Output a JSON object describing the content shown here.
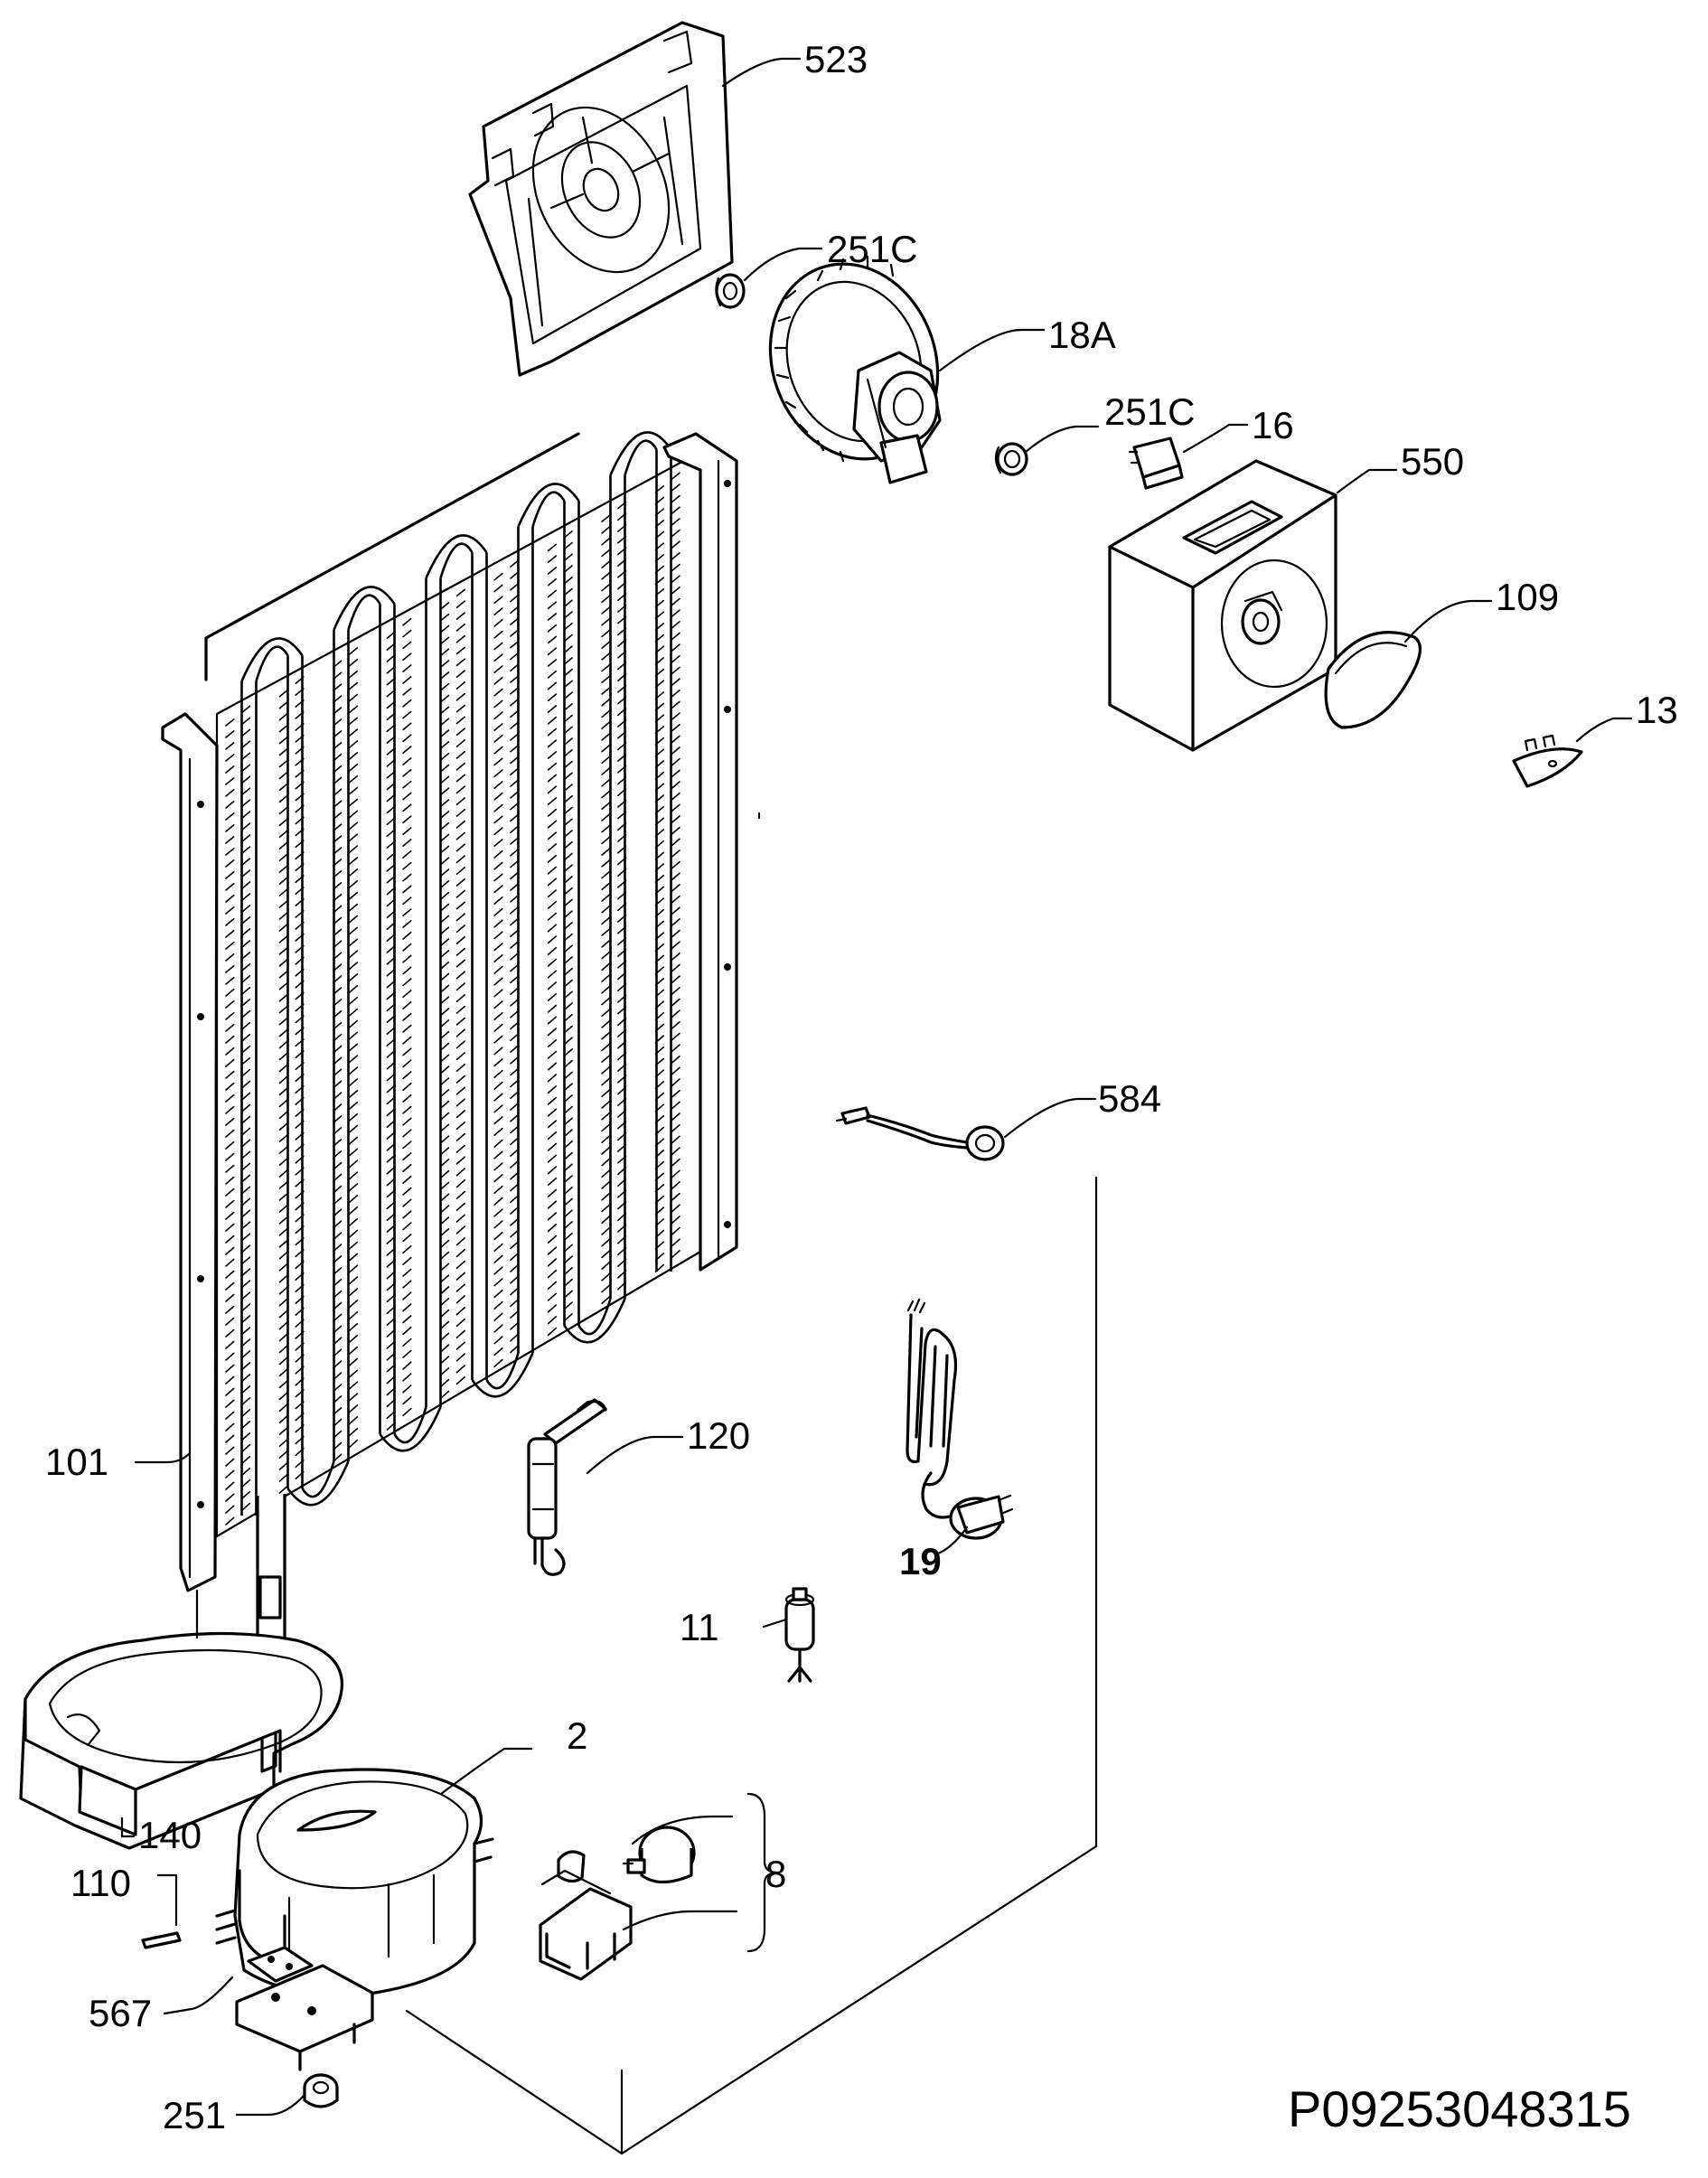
{
  "labels": {
    "p523": "523",
    "p251c_a": "251C",
    "p18a": "18A",
    "p251c_b": "251C",
    "p16": "16",
    "p550": "550",
    "p109": "109",
    "p13": "13",
    "p584": "584",
    "p101": "101",
    "p120": "120",
    "p19": "19",
    "p11": "11",
    "p2": "2",
    "p140": "140",
    "p8": "8",
    "p110": "110",
    "p567": "567",
    "p251": "251"
  },
  "document_code": "P09253048315"
}
